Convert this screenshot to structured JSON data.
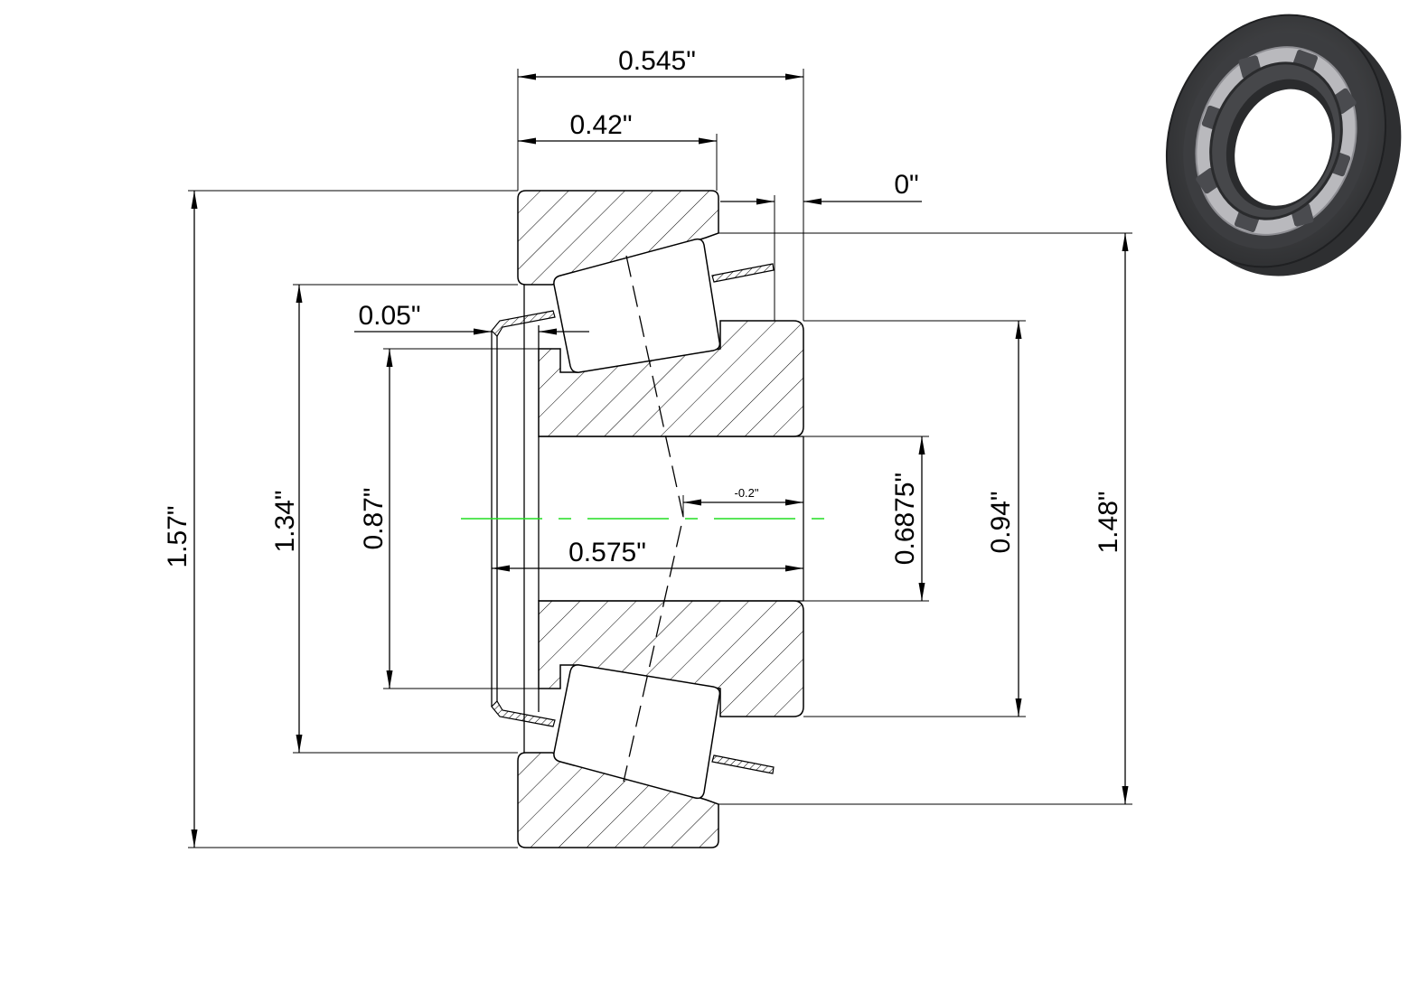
{
  "drawing": {
    "dimensions": {
      "overall_width": "0.545\"",
      "cup_width": "0.42\"",
      "stand_off": "0\"",
      "chamfer": "0.05\"",
      "cone_width": "0.575\"",
      "effective_center": "-0.2\"",
      "outer_diameter": "1.57\"",
      "cup_rib_diameter": "1.48\"",
      "cone_backface_diameter": "1.34\"",
      "cone_rib_diameter": "0.87\"",
      "bore": "0.6875\"",
      "cup_small_diameter": "0.94\""
    },
    "colors": {
      "centerline": "#22dd22",
      "thumbnail_body": "#3a3b3d",
      "thumbnail_cage": "#b9b9bd"
    }
  }
}
